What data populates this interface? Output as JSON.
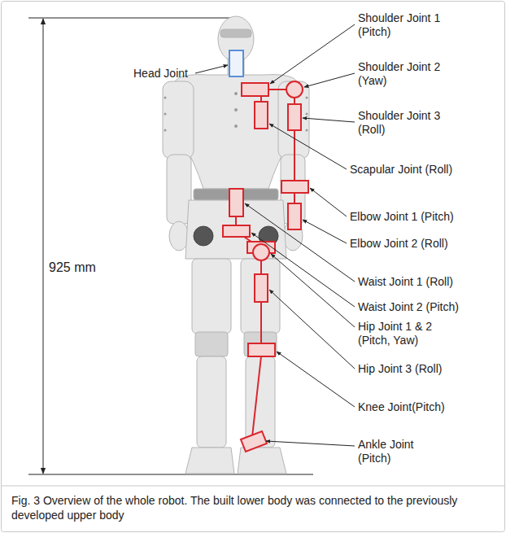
{
  "diagram": {
    "caption": "Fig. 3 Overview of the whole robot. The built lower body was connected to the previously developed upper body",
    "labels": [
      "925 mm",
      "Head Joint",
      "Shoulder Joint 1 (Pitch)",
      "Shoulder Joint 2 (Yaw)",
      "Shoulder Joint 3 (Roll)",
      "Scapular Joint (Roll)",
      "Elbow Joint 1 (Pitch)",
      "Elbow Joint 2 (Roll)",
      "Waist Joint 1 (Roll)",
      "Waist Joint 2 (Pitch)",
      "Hip Joint 1 & 2 (Pitch, Yaw)",
      "Hip Joint 3 (Roll)",
      "Knee Joint(Pitch)",
      "Ankle Joint (Pitch)"
    ]
  }
}
